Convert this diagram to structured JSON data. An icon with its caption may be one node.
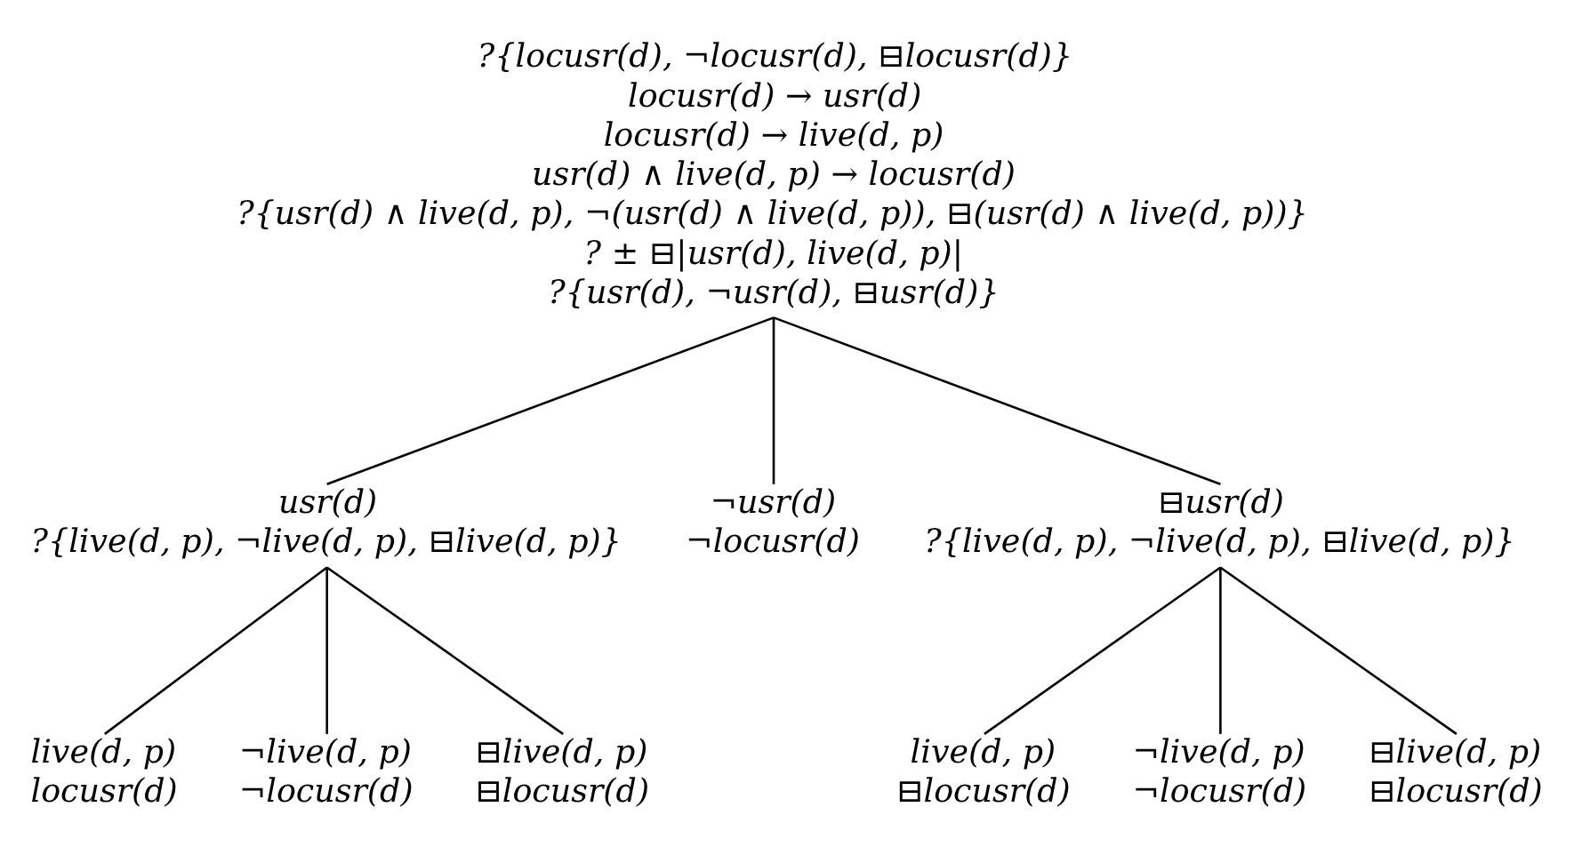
{
  "diagram": {
    "nodes": [
      {
        "text": [
          "?{locusr(d), ¬locusr(d), ⊟locusr(d)}",
          "locusr(d) → usr(d)",
          "locusr(d) → live(d, p)",
          "usr(d) ∧ live(d, p) → locusr(d)",
          "?{usr(d) ∧ live(d, p), ¬(usr(d) ∧ live(d, p)), ⊟(usr(d) ∧ live(d, p))}",
          "? ± ⊟|usr(d), live(d, p)|",
          "?{usr(d), ¬usr(d), ⊟usr(d)}"
        ]
      },
      {
        "text": [
          "usr(d)",
          "?{live(d, p), ¬live(d, p), ⊟live(d, p)}"
        ]
      },
      {
        "text": [
          "¬usr(d)",
          "¬locusr(d)"
        ]
      },
      {
        "text": [
          "⊟usr(d)",
          "?{live(d, p), ¬live(d, p), ⊟live(d, p)}"
        ]
      },
      {
        "text": [
          "live(d, p)",
          "locusr(d)"
        ]
      },
      {
        "text": [
          "¬live(d, p)",
          "¬locusr(d)"
        ]
      },
      {
        "text": [
          "⊟live(d, p)",
          "⊟locusr(d)"
        ]
      },
      {
        "text": [
          "live(d, p)",
          "⊟locusr(d)"
        ]
      },
      {
        "text": [
          "¬live(d, p)",
          "¬locusr(d)"
        ]
      },
      {
        "text": [
          "⊟live(d, p)",
          "⊟locusr(d)"
        ]
      }
    ],
    "edges": [
      {
        "from": 0,
        "to": 1,
        "arrow": "none"
      },
      {
        "from": 0,
        "to": 2,
        "arrow": "none"
      },
      {
        "from": 0,
        "to": 3,
        "arrow": "none"
      },
      {
        "from": 1,
        "to": 4,
        "arrow": "none"
      },
      {
        "from": 1,
        "to": 5,
        "arrow": "none"
      },
      {
        "from": 1,
        "to": 6,
        "arrow": "none"
      },
      {
        "from": 3,
        "to": 7,
        "arrow": "none"
      },
      {
        "from": 3,
        "to": 8,
        "arrow": "none"
      },
      {
        "from": 3,
        "to": 9,
        "arrow": "none"
      }
    ]
  }
}
